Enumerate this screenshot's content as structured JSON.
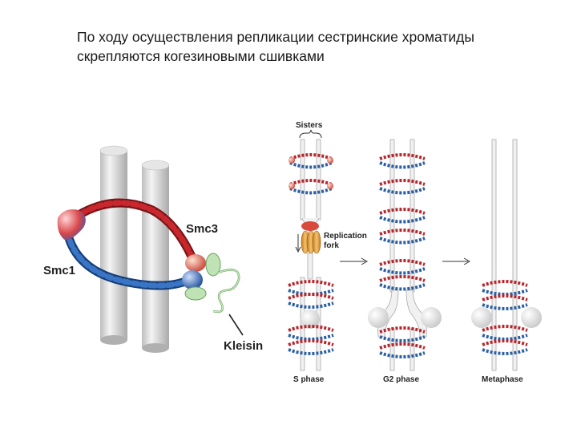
{
  "title": {
    "line1": "По ходу осуществления репликации сестринские хроматиды",
    "line2": "скрепляются когезиновыми сшивками"
  },
  "cohesin_diagram": {
    "labels": {
      "smc1": "Smc1",
      "smc3": "Smc3",
      "kleisin": "Kleisin"
    }
  },
  "replication_diagram": {
    "labels": {
      "sisters": "Sisters",
      "replication_fork": "Replication fork",
      "replication_fork_line1": "Replication",
      "replication_fork_line2": "fork",
      "s_phase": "S phase",
      "g2_phase": "G2 phase",
      "metaphase": "Metaphase"
    }
  },
  "colors": {
    "smc1_blue": "#2b5fa3",
    "smc3_red": "#b8262c",
    "kleisin_green": "#bfe3b4",
    "rod_gray": "#d6d6d6"
  }
}
